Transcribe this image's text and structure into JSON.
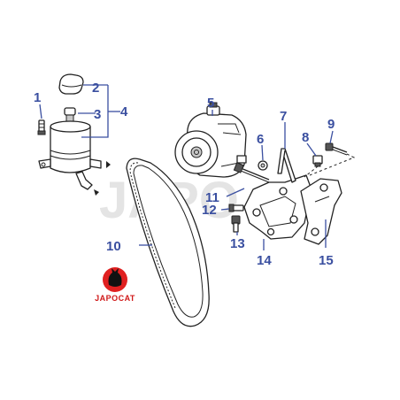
{
  "watermark": "JAPO",
  "logo": {
    "text": "JAPOCAT",
    "color": "#e02020"
  },
  "callout_color": "#3a4fa0",
  "callouts": [
    "1",
    "2",
    "3",
    "4",
    "5",
    "6",
    "7",
    "8",
    "9",
    "10",
    "11",
    "12",
    "13",
    "14",
    "15"
  ]
}
